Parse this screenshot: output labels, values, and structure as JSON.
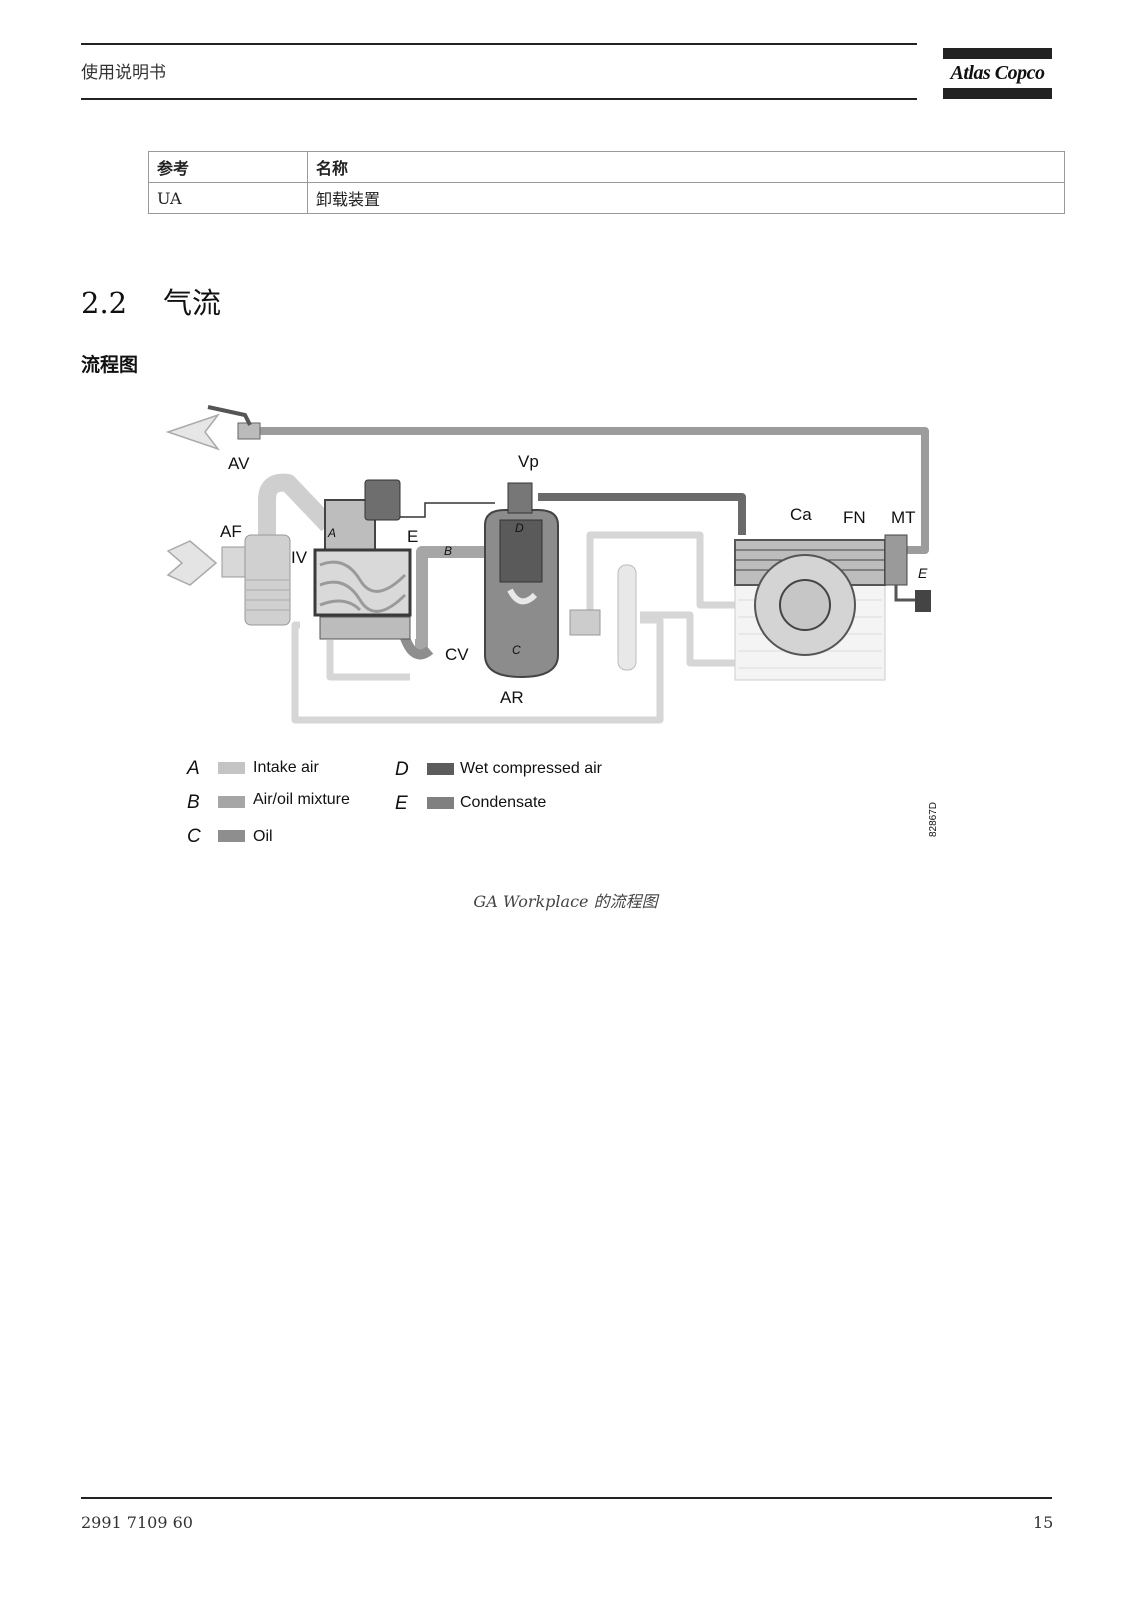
{
  "header": {
    "title": "使用说明书",
    "logo_text": "Atlas Copco"
  },
  "ref_table": {
    "headers": [
      "参考",
      "名称"
    ],
    "rows": [
      [
        "UA",
        "卸载装置"
      ]
    ]
  },
  "section": {
    "number": "2.2",
    "title": "气流"
  },
  "subsection": {
    "title": "流程图"
  },
  "diagram": {
    "component_labels": {
      "av": "AV",
      "af": "AF",
      "iv": "IV",
      "e_top": "E",
      "vp": "Vp",
      "ca": "Ca",
      "fn": "FN",
      "mt": "MT",
      "e_right": "E",
      "cv": "CV",
      "ar": "AR",
      "a_in": "A",
      "b_in": "B",
      "c_in": "C",
      "d_in": "D"
    },
    "legend": [
      {
        "letter": "A",
        "label": "Intake air",
        "color": "#c4c4c4"
      },
      {
        "letter": "B",
        "label": "Air/oil mixture",
        "color": "#a6a6a6"
      },
      {
        "letter": "C",
        "label": "Oil",
        "color": "#8e8e8e"
      },
      {
        "letter": "D",
        "label": "Wet compressed air",
        "color": "#5c5c5c"
      },
      {
        "letter": "E",
        "label": "Condensate",
        "color": "#808080"
      }
    ],
    "drawing_id": "82867D"
  },
  "caption": "GA Workplace 的流程图",
  "footer": {
    "doc_number": "2991 7109 60",
    "page_number": "15"
  }
}
